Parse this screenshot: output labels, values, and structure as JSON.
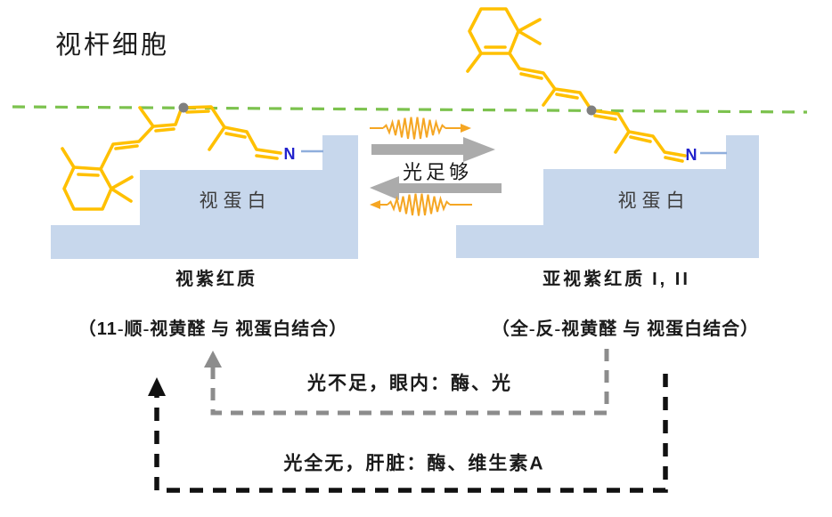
{
  "title": "视杆细胞",
  "left_complex": {
    "protein_label": "视蛋白",
    "nitrogen_label": "N",
    "name_label": "视紫红质",
    "binding_prefix": "（",
    "binding_bold": "11",
    "binding_suffix": "-顺-视黄醛 与 视蛋白结合）"
  },
  "right_complex": {
    "protein_label": "视蛋白",
    "nitrogen_label": "N",
    "name_label": "亚视紫红质",
    "name_label_bold": "I, II",
    "binding_label": "（全-反-视黄醛 与 视蛋白结合）"
  },
  "forward_reaction": {
    "label": "光足够"
  },
  "recovery_paths": {
    "eye_label": "光不足，眼内：酶、光",
    "liver_label": "光全无，肝脏：酶、维生素",
    "liver_label_bold": "A"
  },
  "colors": {
    "molecule": "#FFC000",
    "opsin": "#C7D7EC",
    "membrane_green": "#7CC24E",
    "nitrogen_blue": "#2222CC",
    "connector_blue": "#8FAEDC",
    "arrow_gray": "#ABABAB",
    "dot_gray": "#7F7F7F",
    "dash_gray": "#8C8C8C",
    "dash_black": "#111111",
    "photon": "#F5A623",
    "text": "#1A1A1A"
  }
}
